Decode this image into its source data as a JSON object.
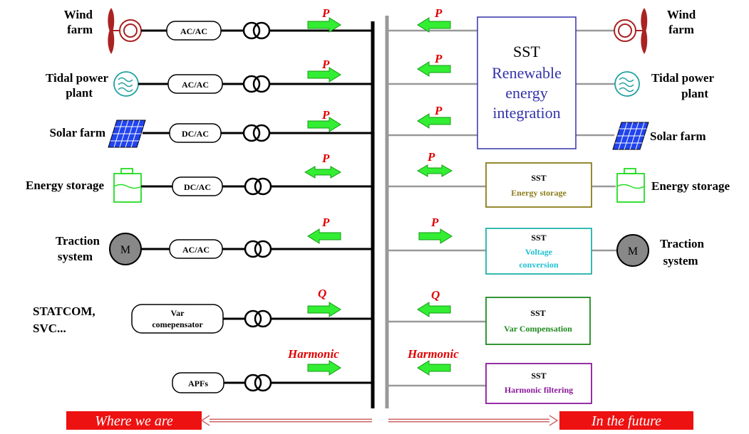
{
  "left": {
    "rows": [
      {
        "source": [
          "Wind",
          "farm"
        ],
        "converter": "AC/AC",
        "flow": "P"
      },
      {
        "source": [
          "Tidal power",
          "plant"
        ],
        "converter": "AC/AC",
        "flow": "P"
      },
      {
        "source": [
          "Solar farm"
        ],
        "converter": "DC/AC",
        "flow": "P"
      },
      {
        "source": [
          "Energy storage"
        ],
        "converter": "DC/AC",
        "flow": "P"
      },
      {
        "source": [
          "Traction",
          "system"
        ],
        "converter": "AC/AC",
        "flow": "P",
        "motor": "M"
      },
      {
        "source": [
          "STATCOM,",
          "SVC..."
        ],
        "converter": [
          "Var",
          "comepensator"
        ],
        "flow": "Q"
      },
      {
        "source": [],
        "converter": "APFs",
        "flow": "Harmonic"
      }
    ]
  },
  "right": {
    "flows": [
      "P",
      "P",
      "P",
      "P",
      "P",
      "Q",
      "Harmonic"
    ],
    "sst_renewable": {
      "title": "SST",
      "lines": [
        "Renewable",
        "energy",
        "integration"
      ]
    },
    "sst_storage": {
      "title": "SST",
      "subtitle": "Energy storage"
    },
    "sst_voltage": {
      "title": "SST",
      "lines": [
        "Voltage",
        "conversion"
      ]
    },
    "sst_var": {
      "title": "SST",
      "subtitle": "Var Compensation"
    },
    "sst_harmonic": {
      "title": "SST",
      "subtitle": "Harmonic filtering"
    },
    "loads": {
      "wind": [
        "Wind",
        "farm"
      ],
      "tidal": [
        "Tidal power",
        "plant"
      ],
      "solar": "Solar farm",
      "storage": "Energy storage",
      "traction": [
        "Traction",
        "system"
      ],
      "motor": "M"
    }
  },
  "banners": {
    "left": "Where we are",
    "right": "In the future"
  },
  "colors": {
    "flow_arrow": "#33ee33",
    "flow_text": "#e00000",
    "storage_box": "#8b7d1a",
    "voltage_box": "#20b2aa",
    "var_box": "#1f8a1f",
    "harmonic_box": "#8b1a9b",
    "renewable_box": "#3333aa",
    "banner": "#ee1111"
  }
}
